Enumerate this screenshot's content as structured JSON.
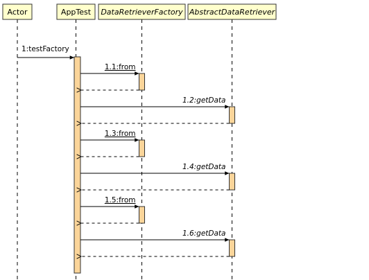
{
  "participants": [
    {
      "id": "actor",
      "label": "Actor",
      "italic": false
    },
    {
      "id": "apptest",
      "label": "AppTest",
      "italic": false
    },
    {
      "id": "factory",
      "label": "DataRetrieverFactory",
      "italic": true
    },
    {
      "id": "abstract",
      "label": "AbstractDataRetriever",
      "italic": true
    }
  ],
  "messages": [
    {
      "label": "1:testFactory",
      "from": "actor",
      "to": "apptest",
      "italic": false,
      "underline": false,
      "returns": false
    },
    {
      "label": "1.1:from",
      "from": "apptest",
      "to": "factory",
      "italic": false,
      "underline": true,
      "returns": true
    },
    {
      "label": "1.2:getData",
      "from": "apptest",
      "to": "abstract",
      "italic": true,
      "underline": false,
      "returns": true
    },
    {
      "label": "1.3:from",
      "from": "apptest",
      "to": "factory",
      "italic": false,
      "underline": true,
      "returns": true
    },
    {
      "label": "1.4:getData",
      "from": "apptest",
      "to": "abstract",
      "italic": true,
      "underline": false,
      "returns": true
    },
    {
      "label": "1.5:from",
      "from": "apptest",
      "to": "factory",
      "italic": false,
      "underline": true,
      "returns": true
    },
    {
      "label": "1.6:getData",
      "from": "apptest",
      "to": "abstract",
      "italic": true,
      "underline": false,
      "returns": true
    }
  ],
  "colors": {
    "header_fill": "#ffffcc",
    "activation_fill": "#fbd59a",
    "line": "#000000"
  }
}
